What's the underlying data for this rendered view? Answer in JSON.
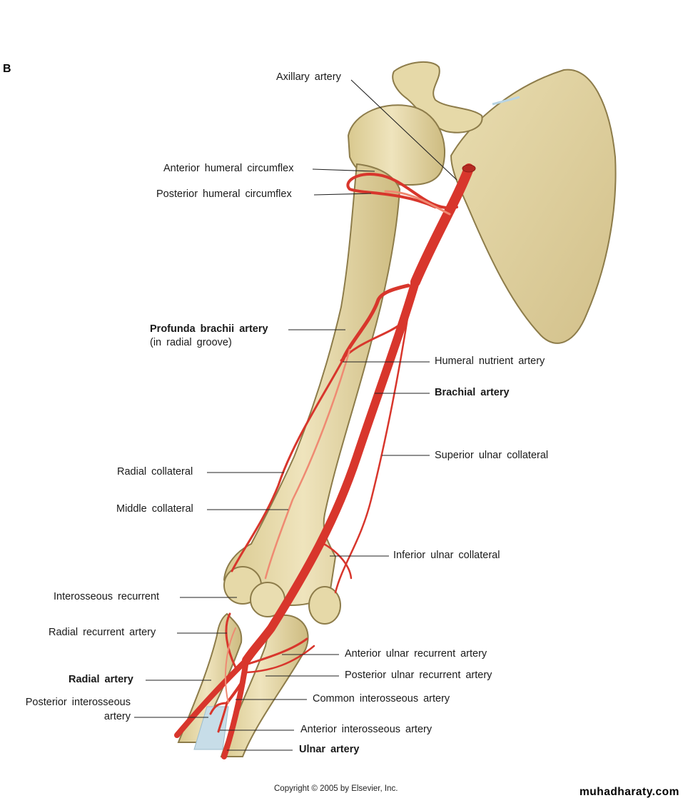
{
  "panel_letter": "B",
  "labels": {
    "axillary": "Axillary artery",
    "ant_humeral": "Anterior humeral circumflex",
    "post_humeral": "Posterior humeral circumflex",
    "profunda": "Profunda brachii artery",
    "profunda_sub": "(in radial groove)",
    "humeral_nutrient": "Humeral nutrient artery",
    "brachial": "Brachial artery",
    "sup_ulnar": "Superior ulnar collateral",
    "radial_collateral": "Radial collateral",
    "middle_collateral": "Middle collateral",
    "inf_ulnar": "Inferior ulnar collateral",
    "interosseous_recurrent": "Interosseous recurrent",
    "radial_recurrent": "Radial recurrent artery",
    "ant_ulnar_recurrent": "Anterior ulnar recurrent artery",
    "post_ulnar_recurrent": "Posterior ulnar recurrent artery",
    "radial_artery": "Radial artery",
    "common_interosseous": "Common interosseous artery",
    "post_interosseous_1": "Posterior interosseous",
    "post_interosseous_2": "artery",
    "ant_interosseous": "Anterior interosseous artery",
    "ulnar_artery": "Ulnar artery"
  },
  "copyright": "Copyright © 2005 by Elsevier, Inc.",
  "watermark": "muhadharaty.com",
  "colors": {
    "bone": "#e8dcae",
    "bone_shade": "#c9b97f",
    "artery": "#d8362c",
    "artery_light": "#ef8a72",
    "leader": "#222222"
  }
}
